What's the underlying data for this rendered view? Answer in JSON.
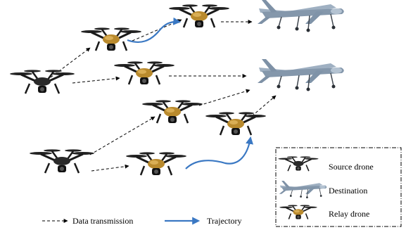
{
  "legend_bottom": {
    "data_transmission_label": "Data transmission",
    "trajectory_label": "Trajectory"
  },
  "legend_box": {
    "source_label": "Source drone",
    "destination_label": "Destination",
    "relay_label": "Relay drone"
  },
  "colors": {
    "trajectory": "#3a78c3",
    "data_link": "#000000",
    "drone_black": "#1a1a1a",
    "drone_gold": "#b98a2d",
    "destination_body": "#8fa1b3"
  },
  "icons": {
    "source_drone": "quadcopter-dark-icon",
    "relay_drone": "quadcopter-gold-icon",
    "destination": "fixed-wing-uav-icon"
  }
}
